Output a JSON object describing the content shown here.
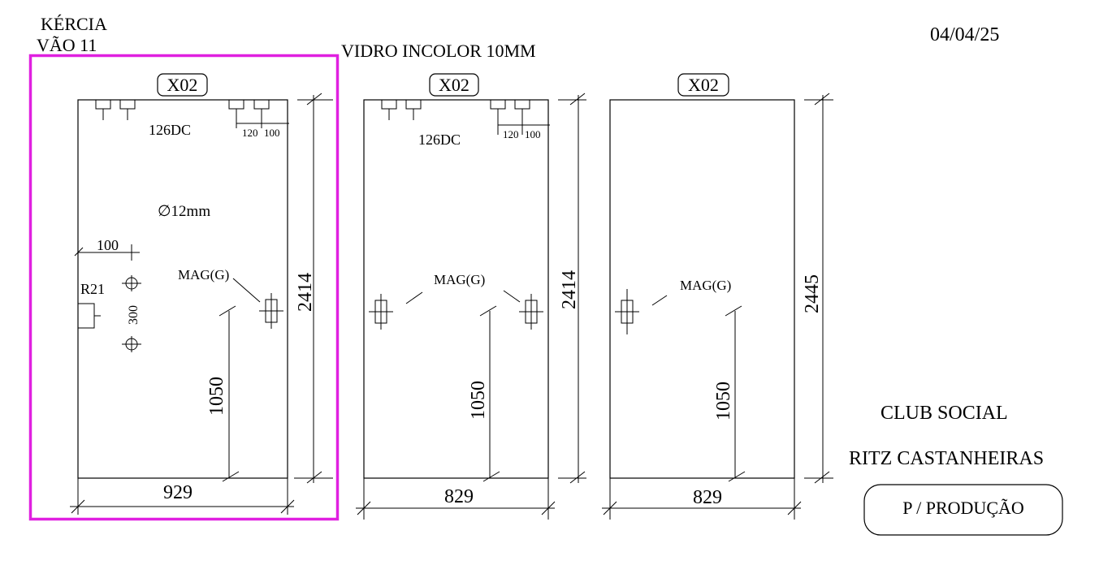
{
  "header": {
    "client": "KÉRCIA",
    "span": "VÃO 11",
    "glass": "VIDRO INCOLOR 10MM",
    "date": "04/04/25"
  },
  "panels": [
    {
      "tag": "X02",
      "hardware": "126DC",
      "dim_a": "120",
      "dim_b": "100",
      "hole": "∅12mm",
      "hole_offset": "100",
      "radius": "R21",
      "hole_spacing": "300",
      "magnet": "MAG(G)",
      "height": "2414",
      "handle_height": "1050",
      "width": "929",
      "highlighted": true
    },
    {
      "tag": "X02",
      "hardware": "126DC",
      "dim_a": "120",
      "dim_b": "100",
      "magnet": "MAG(G)",
      "height": "2414",
      "handle_height": "1050",
      "width": "829"
    },
    {
      "tag": "X02",
      "magnet": "MAG(G)",
      "height": "2445",
      "handle_height": "1050",
      "width": "829"
    }
  ],
  "footer": {
    "line1": "CLUB SOCIAL",
    "line2": "RITZ CASTANHEIRAS",
    "stamp": "P / PRODUÇÃO"
  },
  "colors": {
    "highlight": "#e020e0",
    "ink": "#000000"
  }
}
